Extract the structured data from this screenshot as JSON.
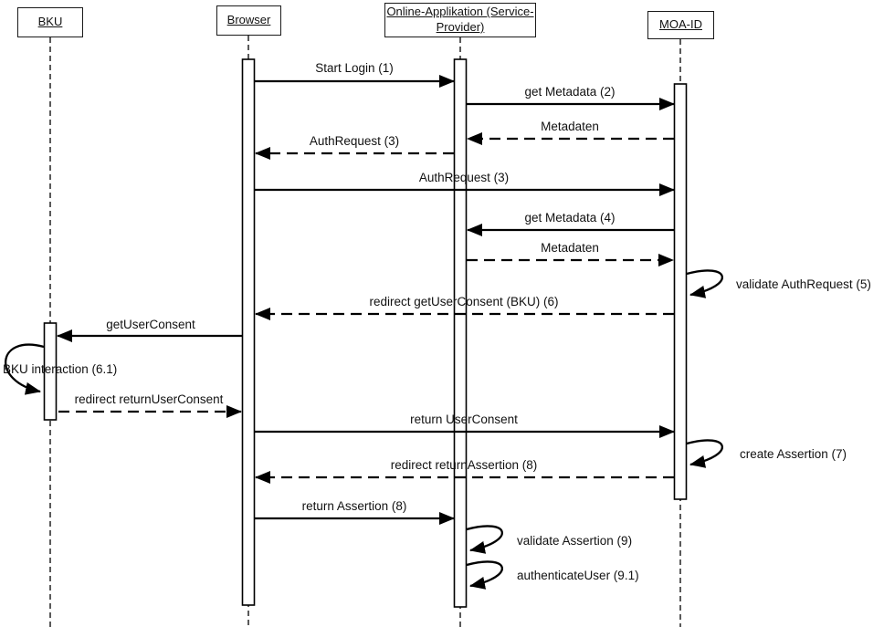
{
  "diagram": {
    "type": "uml-sequence-diagram",
    "colors": {
      "line": "#000000",
      "background": "#ffffff",
      "text": "#111111"
    },
    "actors": [
      {
        "id": "bku",
        "label": "BKU",
        "lines": [
          "BKU"
        ]
      },
      {
        "id": "browser",
        "label": "Browser",
        "lines": [
          "Browser"
        ]
      },
      {
        "id": "online-applikation",
        "label": "Online-Applikation (Service-Provider)",
        "lines": [
          "Online-Applikation (Service-",
          "Provider)"
        ]
      },
      {
        "id": "moa-id",
        "label": "MOA-ID",
        "lines": [
          "MOA-ID"
        ]
      }
    ],
    "messages": [
      {
        "label": "Start Login (1)",
        "from": "browser",
        "to": "online-applikation",
        "style": "solid"
      },
      {
        "label": "get Metadata (2)",
        "from": "online-applikation",
        "to": "moa-id",
        "style": "solid"
      },
      {
        "label": "Metadaten",
        "from": "moa-id",
        "to": "online-applikation",
        "style": "dashed"
      },
      {
        "label": "AuthRequest (3)",
        "from": "online-applikation",
        "to": "browser",
        "style": "dashed"
      },
      {
        "label": "AuthRequest (3)",
        "from": "browser",
        "to": "moa-id",
        "style": "solid"
      },
      {
        "label": "get Metadata (4)",
        "from": "moa-id",
        "to": "online-applikation",
        "style": "solid"
      },
      {
        "label": "Metadaten",
        "from": "online-applikation",
        "to": "moa-id",
        "style": "dashed"
      },
      {
        "label": "validate AuthRequest (5)",
        "from": "moa-id",
        "to": "moa-id",
        "style": "self"
      },
      {
        "label": "redirect getUserConsent (BKU) (6)",
        "from": "moa-id",
        "to": "browser",
        "style": "dashed"
      },
      {
        "label": "getUserConsent",
        "from": "browser",
        "to": "bku",
        "style": "solid"
      },
      {
        "label": "BKU interaction (6.1)",
        "from": "bku",
        "to": "bku",
        "style": "self"
      },
      {
        "label": "redirect returnUserConsent",
        "from": "bku",
        "to": "browser",
        "style": "dashed"
      },
      {
        "label": "return UserConsent",
        "from": "browser",
        "to": "moa-id",
        "style": "solid"
      },
      {
        "label": "create Assertion (7)",
        "from": "moa-id",
        "to": "moa-id",
        "style": "self"
      },
      {
        "label": "redirect returnAssertion (8)",
        "from": "moa-id",
        "to": "browser",
        "style": "dashed"
      },
      {
        "label": "return Assertion (8)",
        "from": "browser",
        "to": "online-applikation",
        "style": "solid"
      },
      {
        "label": "validate Assertion (9)",
        "from": "online-applikation",
        "to": "online-applikation",
        "style": "self"
      },
      {
        "label": "authenticateUser (9.1)",
        "from": "online-applikation",
        "to": "online-applikation",
        "style": "self"
      }
    ]
  }
}
